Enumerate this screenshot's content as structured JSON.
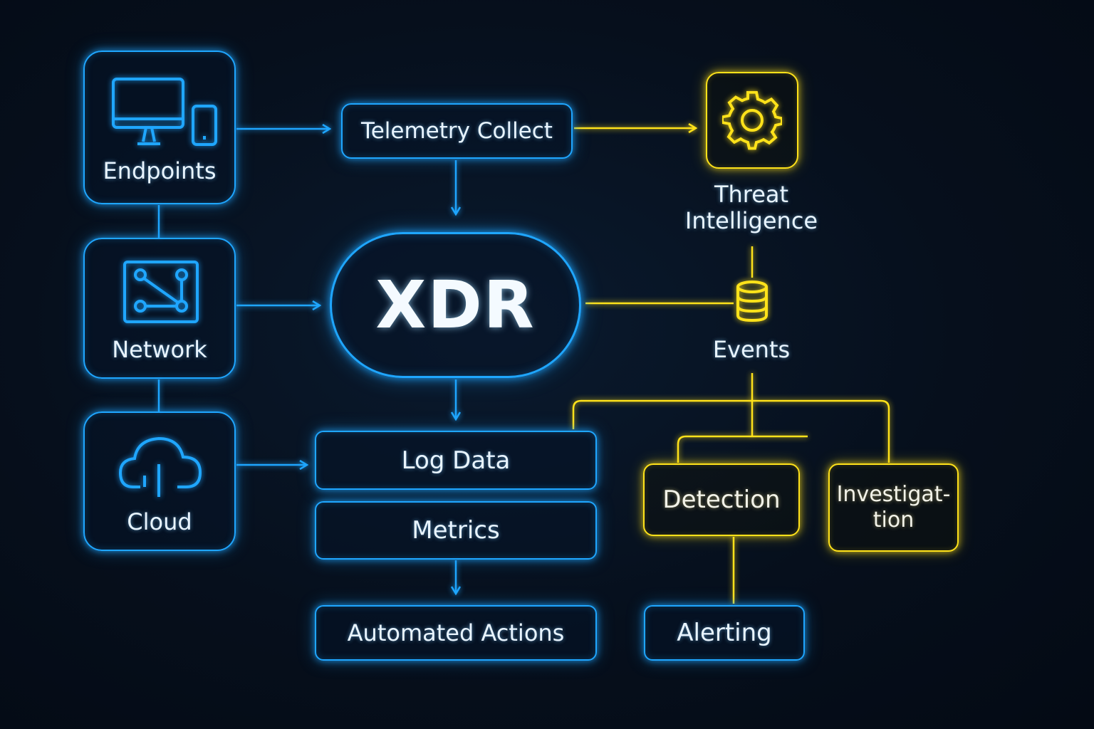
{
  "sources": [
    {
      "id": "endpoints",
      "label": "Endpoints",
      "icon": "monitor-phone-icon"
    },
    {
      "id": "network",
      "label": "Network",
      "icon": "network-topology-icon"
    },
    {
      "id": "cloud",
      "label": "Cloud",
      "icon": "cloud-upload-icon"
    }
  ],
  "hub": {
    "label": "XDR"
  },
  "telemetry": {
    "label": "Telemetry Collect"
  },
  "threat_intel": {
    "label_line1": "Threat",
    "label_line2": "Intelligence",
    "icon": "gear-icon"
  },
  "events": {
    "label": "Events",
    "icon": "database-icon"
  },
  "outputs": {
    "log_data": "Log Data",
    "metrics": "Metrics",
    "automated_actions": "Automated Actions"
  },
  "analysis": {
    "detection": "Detection",
    "investigation_line1": "Investigat-",
    "investigation_line2": "tion",
    "alerting": "Alerting"
  },
  "colors": {
    "primary": "#1fa6ff",
    "accent": "#ffe21a",
    "background": "#060f1c",
    "text": "#e8f4ff"
  }
}
